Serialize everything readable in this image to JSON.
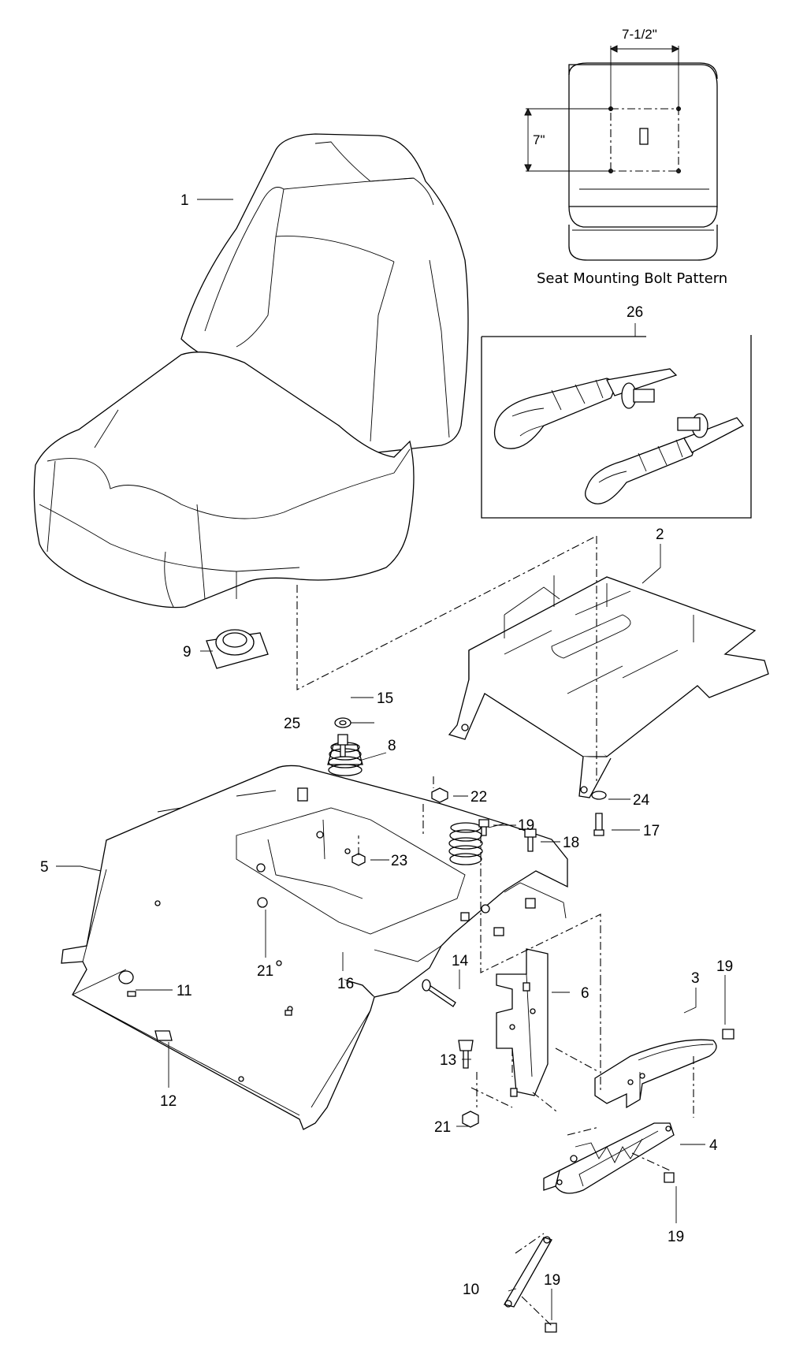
{
  "inset_pattern": {
    "caption": "Seat Mounting Bolt Pattern",
    "width_dim": "7-1/2\"",
    "height_dim": "7\""
  },
  "callouts": {
    "c1": "1",
    "c2": "2",
    "c3": "3",
    "c4": "4",
    "c5": "5",
    "c6": "6",
    "c8": "8",
    "c9": "9",
    "c10": "10",
    "c11": "11",
    "c12": "12",
    "c13": "13",
    "c14": "14",
    "c15": "15",
    "c16": "16",
    "c17": "17",
    "c18": "18",
    "c19a": "19",
    "c19b": "19",
    "c19c": "19",
    "c19d": "19",
    "c21a": "21",
    "c21b": "21",
    "c22": "22",
    "c23": "23",
    "c24": "24",
    "c25": "25",
    "c26": "26"
  }
}
